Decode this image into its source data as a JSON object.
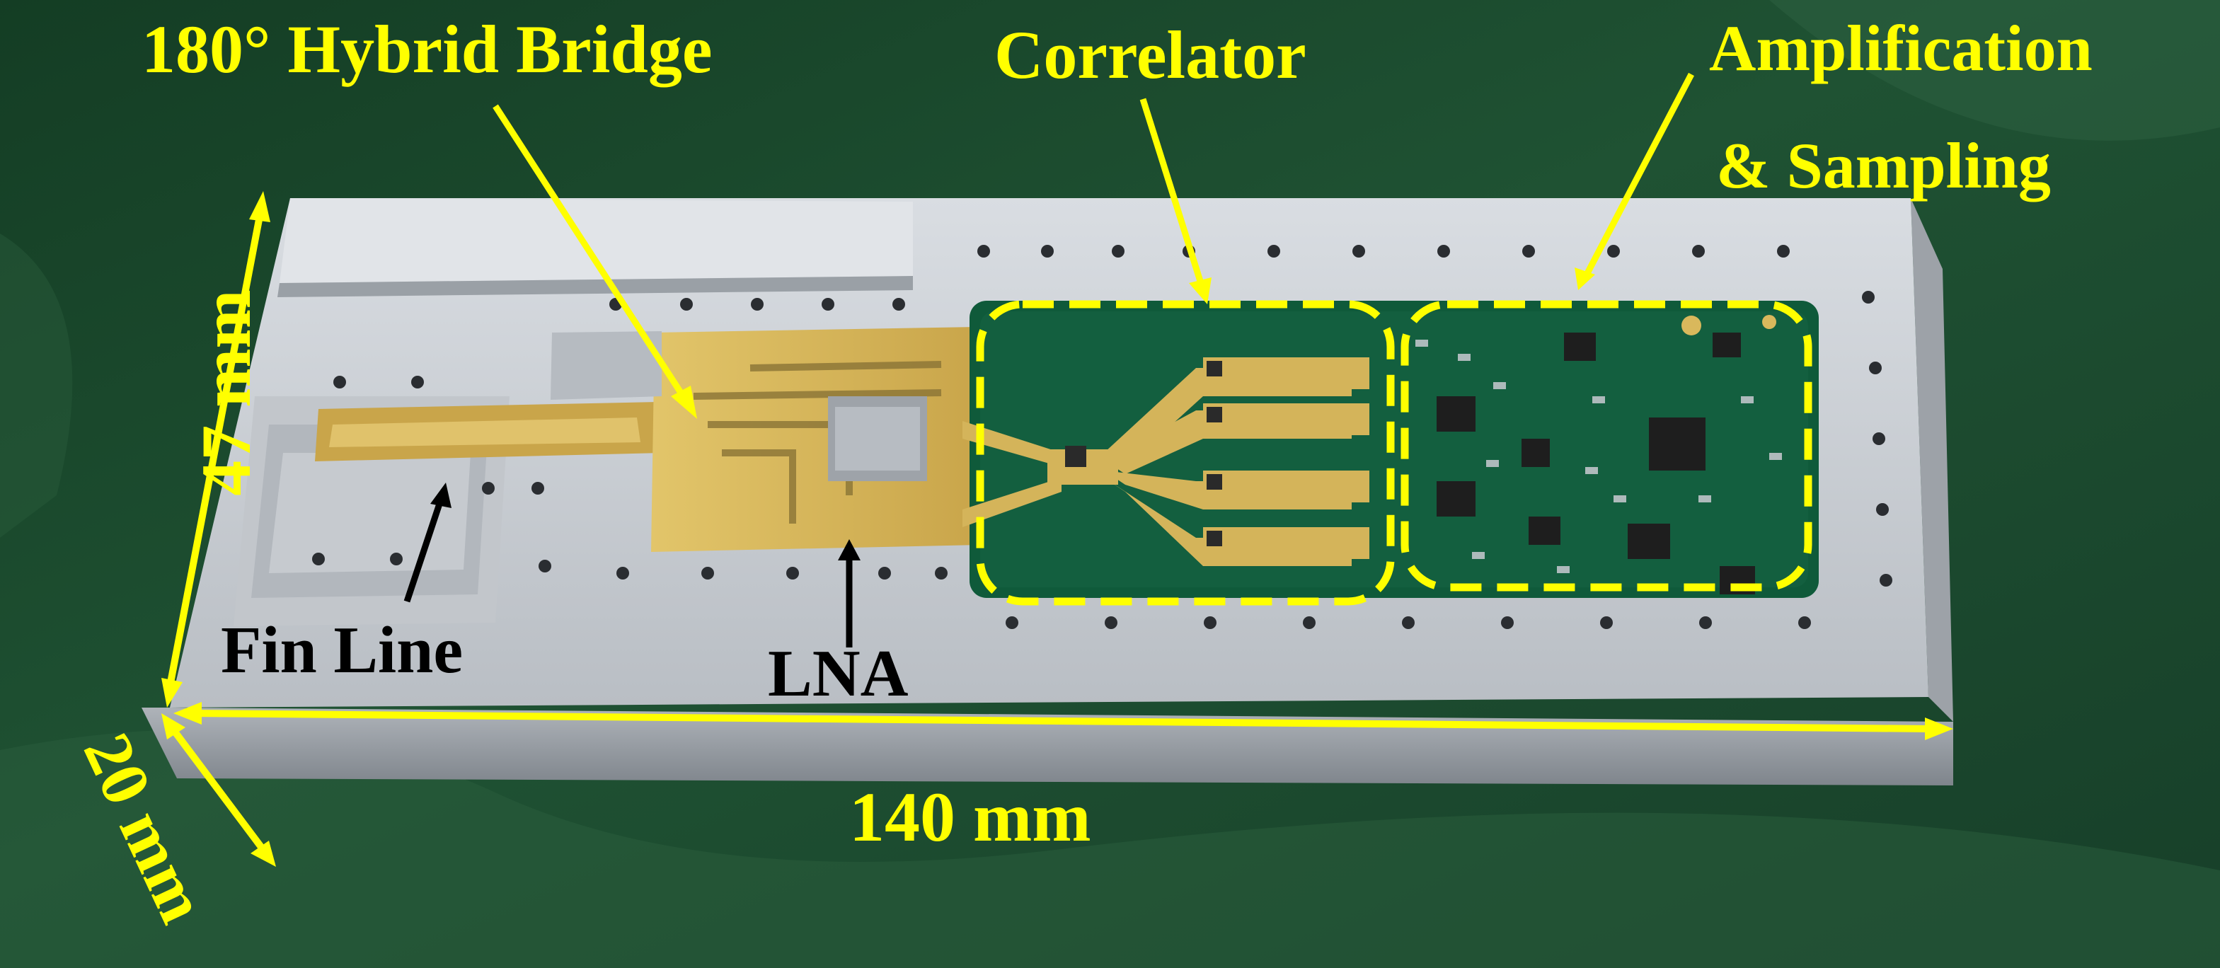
{
  "labels": {
    "hybrid_bridge": "180° Hybrid Bridge",
    "correlator": "Correlator",
    "amplification_line1": "Amplification",
    "amplification_line2": "& Sampling",
    "fin_line": "Fin Line",
    "lna": "LNA",
    "length": "140 mm",
    "width": "47 mm",
    "height": "20 mm"
  },
  "colors": {
    "annotation": "#ffff00",
    "background_cloth": "#1b4a2c",
    "housing": "#c9ccd1",
    "pcb": "#0f5a3a",
    "gold": "#d4b45a"
  }
}
